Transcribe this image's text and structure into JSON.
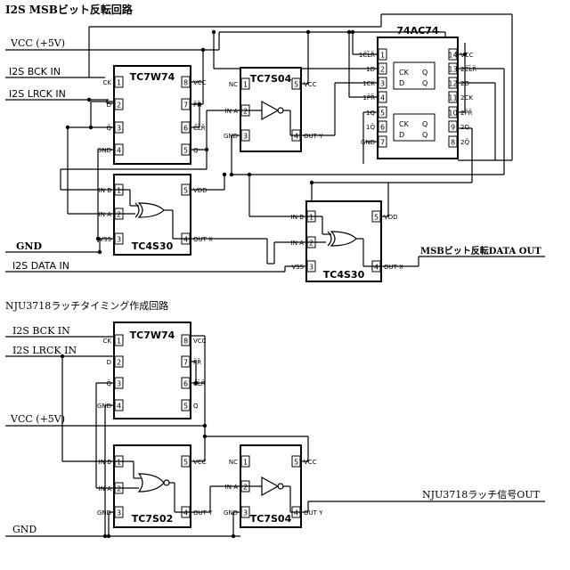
{
  "titles": {
    "top": "I2S MSBビット反転回路",
    "bottom": "NJU3718ラッチタイミング作成回路"
  },
  "nets": {
    "vcc_top": "VCC (+5V)",
    "bck_top": "I2S BCK IN",
    "lrck_top": "I2S LRCK IN",
    "gnd_top": "GND",
    "data_in": "I2S DATA IN",
    "data_out": "MSBビット反転DATA OUT",
    "bck_bot": "I2S BCK  IN",
    "lrck_bot": "I2S LRCK IN",
    "vcc_bot": "VCC (+5V)",
    "gnd_bot": "GND",
    "latch_out": "NJU3718ラッチ信号OUT"
  },
  "chips": {
    "tc7w74_a": {
      "name": "TC7W74",
      "left": [
        {
          "n": "1",
          "l": "CK"
        },
        {
          "n": "2",
          "l": "D"
        },
        {
          "n": "3",
          "l": "Q̄"
        },
        {
          "n": "4",
          "l": "GND"
        }
      ],
      "right": [
        {
          "n": "8",
          "l": "VCC"
        },
        {
          "n": "7",
          "l": "P̄R̄"
        },
        {
          "n": "6",
          "l": "C̄L̄R̄"
        },
        {
          "n": "5",
          "l": "Q"
        }
      ]
    },
    "tc7s04_a": {
      "name": "TC7S04",
      "left": [
        {
          "n": "1",
          "l": "NC"
        },
        {
          "n": "2",
          "l": "IN A"
        },
        {
          "n": "3",
          "l": "GND"
        }
      ],
      "right": [
        {
          "n": "5",
          "l": "VCC"
        },
        {
          "n": "4",
          "l": "OUT Y"
        }
      ]
    },
    "ac74": {
      "name": "74AC74",
      "left": [
        {
          "n": "1",
          "l": "1C̄L̄R̄"
        },
        {
          "n": "2",
          "l": "1D"
        },
        {
          "n": "3",
          "l": "1CK"
        },
        {
          "n": "4",
          "l": "1P̄R̄"
        },
        {
          "n": "5",
          "l": "1Q"
        },
        {
          "n": "6",
          "l": "1Q̄"
        },
        {
          "n": "7",
          "l": "GND"
        }
      ],
      "right": [
        {
          "n": "14",
          "l": "VCC"
        },
        {
          "n": "13",
          "l": "2C̄L̄R̄"
        },
        {
          "n": "12",
          "l": "2D"
        },
        {
          "n": "11",
          "l": "2CK"
        },
        {
          "n": "10",
          "l": "2P̄R̄"
        },
        {
          "n": "9",
          "l": "2Q"
        },
        {
          "n": "8",
          "l": "2Q̄"
        }
      ],
      "inner": [
        "CK",
        "D",
        "Q",
        "Q"
      ]
    },
    "tc4s30_a": {
      "name": "TC4S30",
      "left": [
        {
          "n": "1",
          "l": "IN B"
        },
        {
          "n": "2",
          "l": "IN A"
        },
        {
          "n": "3",
          "l": "VSS"
        }
      ],
      "right": [
        {
          "n": "5",
          "l": "VDD"
        },
        {
          "n": "4",
          "l": "OUT X"
        }
      ]
    },
    "tc4s30_b": {
      "name": "TC4S30",
      "left": [
        {
          "n": "1",
          "l": "IN B"
        },
        {
          "n": "2",
          "l": "IN A"
        },
        {
          "n": "3",
          "l": "VSS"
        }
      ],
      "right": [
        {
          "n": "5",
          "l": "VDD"
        },
        {
          "n": "4",
          "l": "OUT X"
        }
      ]
    },
    "tc7w74_b": {
      "name": "TC7W74",
      "left": [
        {
          "n": "1",
          "l": "CK"
        },
        {
          "n": "2",
          "l": "D"
        },
        {
          "n": "3",
          "l": "Q̄"
        },
        {
          "n": "4",
          "l": "GND"
        }
      ],
      "right": [
        {
          "n": "8",
          "l": "VCC"
        },
        {
          "n": "7",
          "l": "P̄R̄"
        },
        {
          "n": "6",
          "l": "C̄L̄R̄"
        },
        {
          "n": "5",
          "l": "Q"
        }
      ]
    },
    "tc7s02": {
      "name": "TC7S02",
      "left": [
        {
          "n": "1",
          "l": "IN B"
        },
        {
          "n": "2",
          "l": "IN A"
        },
        {
          "n": "3",
          "l": "GND"
        }
      ],
      "right": [
        {
          "n": "5",
          "l": "VCC"
        },
        {
          "n": "4",
          "l": "OUT Y"
        }
      ]
    },
    "tc7s04_b": {
      "name": "TC7S04",
      "left": [
        {
          "n": "1",
          "l": "NC"
        },
        {
          "n": "2",
          "l": "IN A"
        },
        {
          "n": "3",
          "l": "GND"
        }
      ],
      "right": [
        {
          "n": "5",
          "l": "VCC"
        },
        {
          "n": "4",
          "l": "OUT Y"
        }
      ]
    }
  }
}
